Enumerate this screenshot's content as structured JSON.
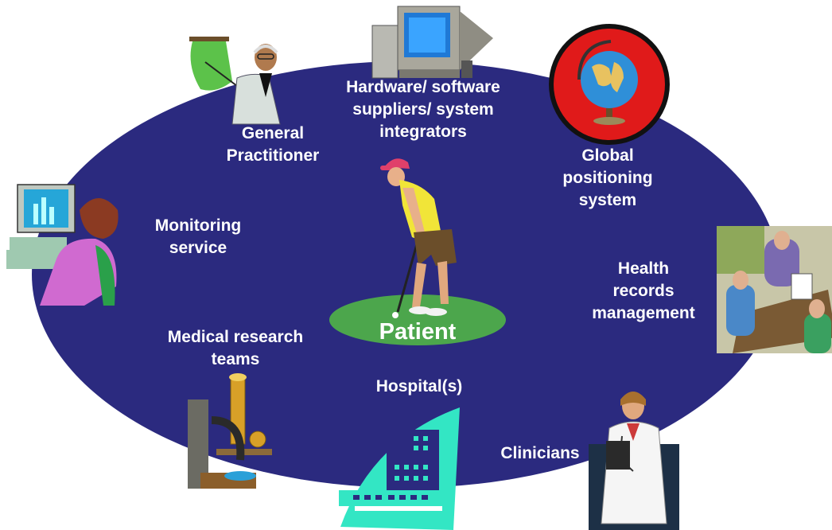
{
  "colors": {
    "ellipse": "#2b2a7f",
    "patient_green": "#4ca64c",
    "hospital_teal": "#33e6c4",
    "globe_ring": "#e01a1a",
    "label": "#ffffff"
  },
  "center": {
    "label": "Patient"
  },
  "stakeholders": {
    "general_practitioner": {
      "line1": "General",
      "line2": "Practitioner",
      "icon": "presenter-icon"
    },
    "hardware_suppliers": {
      "line1": "Hardware/ software",
      "line2": "suppliers/ system",
      "line3": "integrators",
      "icon": "computer-icon"
    },
    "gps": {
      "line1": "Global",
      "line2": "positioning",
      "line3": "system",
      "icon": "globe-icon"
    },
    "monitoring": {
      "line1": "Monitoring",
      "line2": "service",
      "icon": "woman-at-computer-icon"
    },
    "health_records": {
      "line1": "Health",
      "line2": "records",
      "line3": "management",
      "icon": "office-meeting-icon"
    },
    "medical_research": {
      "line1": "Medical research",
      "line2": "teams",
      "icon": "microscope-icon"
    },
    "hospital": {
      "line1": "Hospital(s)",
      "icon": "hospital-building-icon"
    },
    "clinicians": {
      "line1": "Clinicians",
      "icon": "doctor-icon"
    }
  }
}
